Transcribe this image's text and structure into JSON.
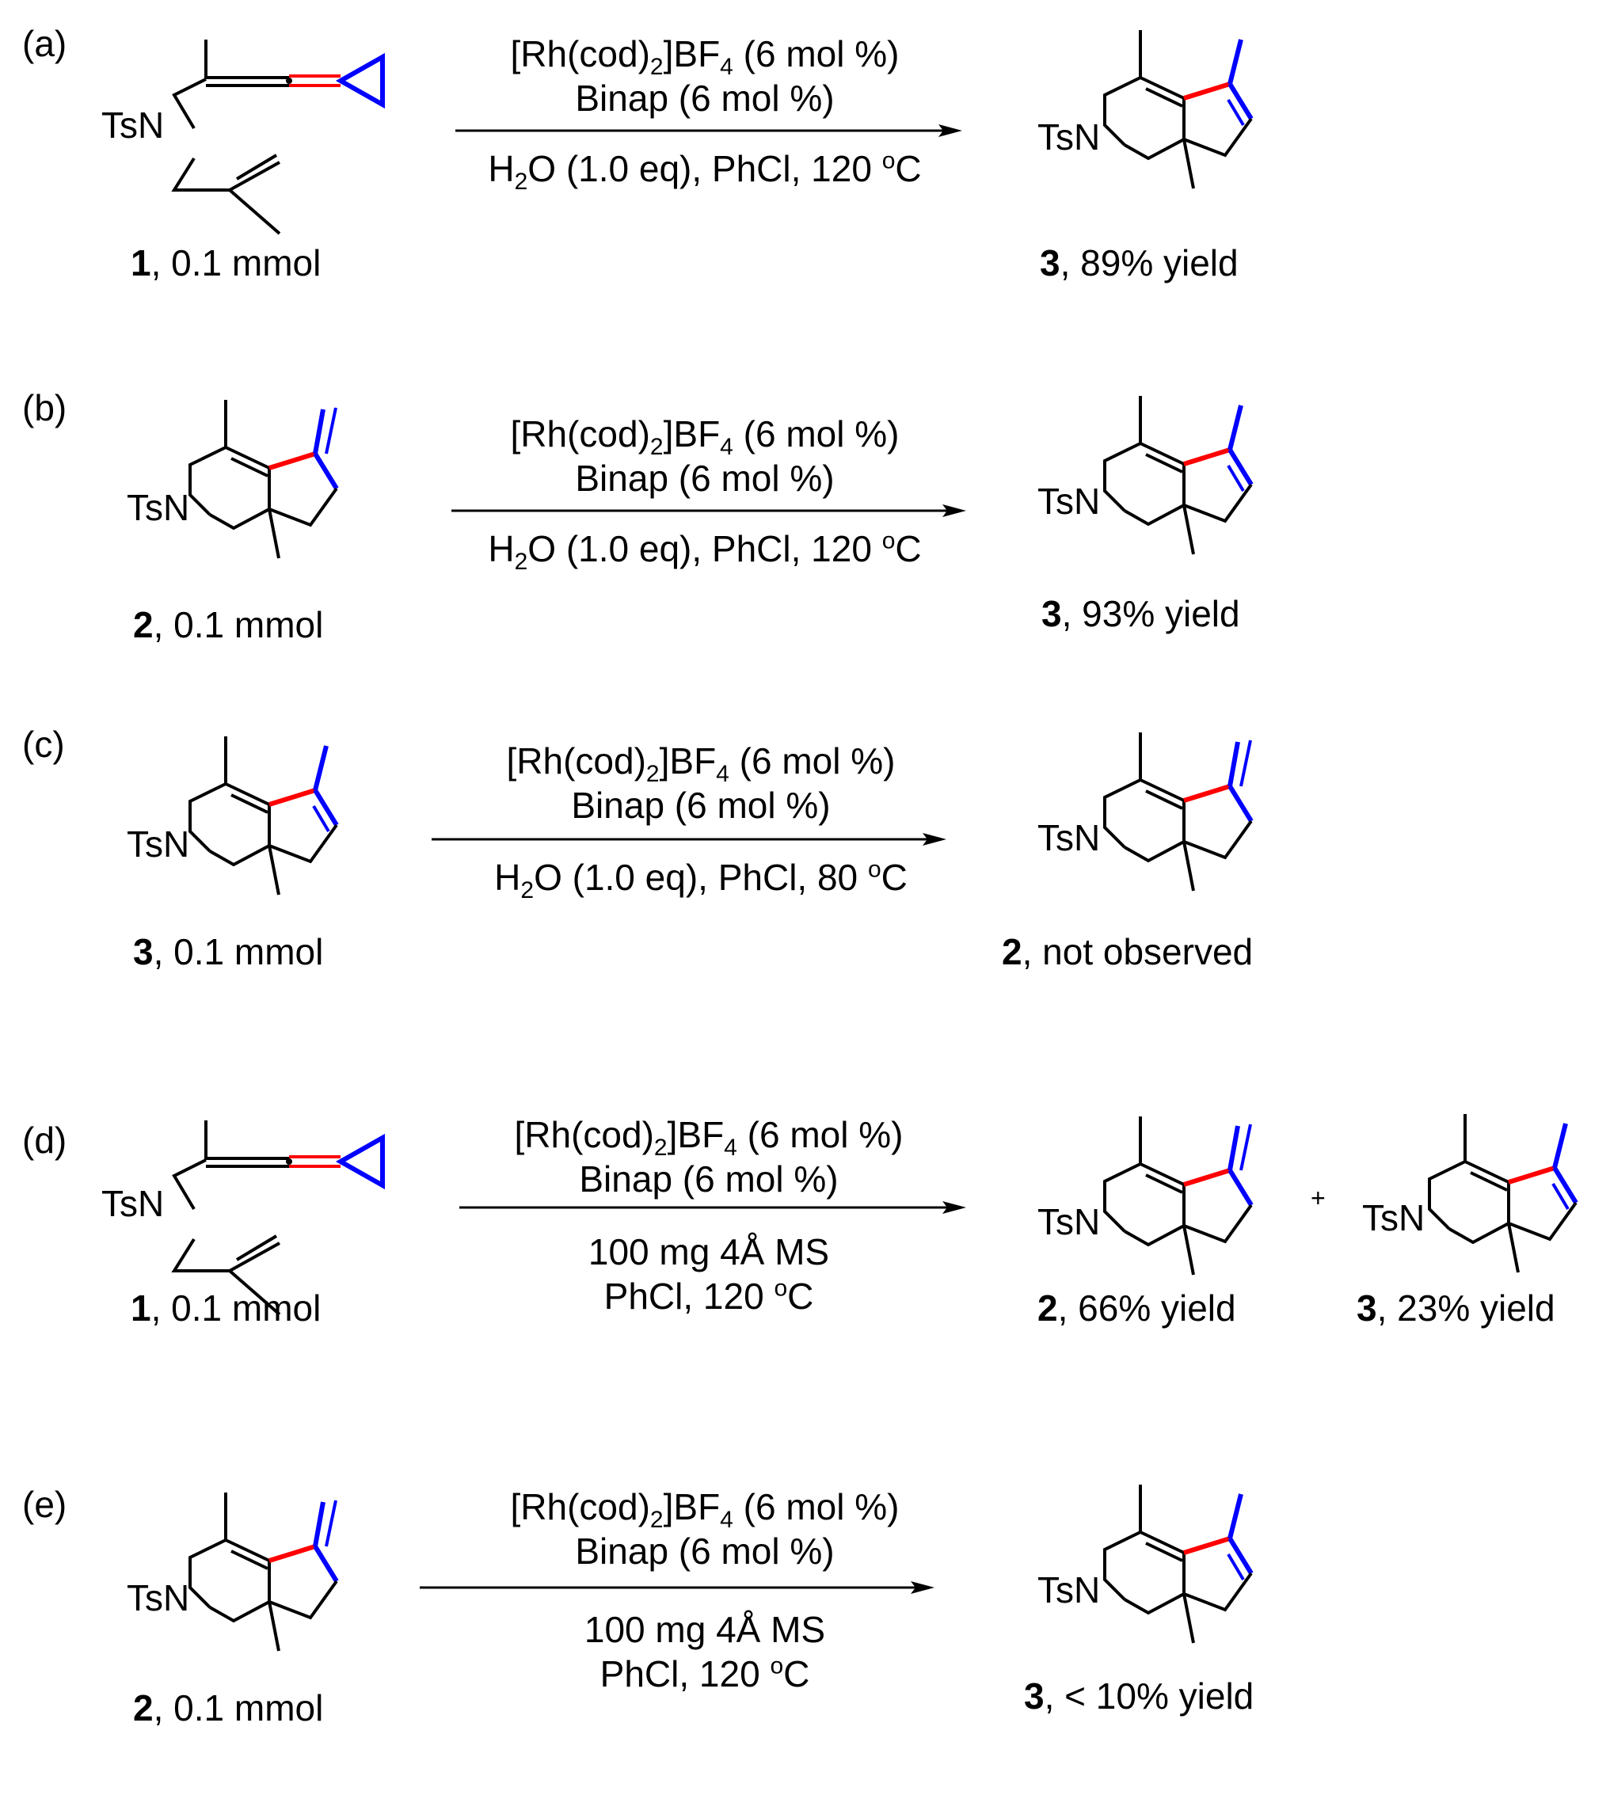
{
  "scheme_a": {
    "label": "(a)",
    "reagent_line1_pre": "[Rh(cod)",
    "reagent_line1_sub": "2",
    "reagent_line1_mid": "]BF",
    "reagent_line1_sub2": "4",
    "reagent_line1_post": " (6 mol %)",
    "reagent_line2": "Binap (6 mol %)",
    "cond_pre": "H",
    "cond_sub": "2",
    "cond_mid": "O (1.0 eq), PhCl, 120 ",
    "cond_sup": "o",
    "cond_post": "C",
    "start_num": "1",
    "start_text": ", 0.1 mmol",
    "prod_num": "3",
    "prod_text": ", 89% yield",
    "ts": "TsN"
  },
  "scheme_b": {
    "label": "(b)",
    "reagent_line1_pre": "[Rh(cod)",
    "reagent_line1_sub": "2",
    "reagent_line1_mid": "]BF",
    "reagent_line1_sub2": "4",
    "reagent_line1_post": " (6 mol %)",
    "reagent_line2": "Binap (6 mol %)",
    "cond_pre": "H",
    "cond_sub": "2",
    "cond_mid": "O (1.0 eq), PhCl, 120 ",
    "cond_sup": "o",
    "cond_post": "C",
    "start_num": "2",
    "start_text": ", 0.1 mmol",
    "prod_num": "3",
    "prod_text": ", 93% yield",
    "ts": "TsN"
  },
  "scheme_c": {
    "label": "(c)",
    "reagent_line1_pre": "[Rh(cod)",
    "reagent_line1_sub": "2",
    "reagent_line1_mid": "]BF",
    "reagent_line1_sub2": "4",
    "reagent_line1_post": " (6 mol %)",
    "reagent_line2": "Binap (6 mol %)",
    "cond_pre": "H",
    "cond_sub": "2",
    "cond_mid": "O (1.0 eq), PhCl, 80 ",
    "cond_sup": "o",
    "cond_post": "C",
    "start_num": "3",
    "start_text": ", 0.1 mmol",
    "prod_num": "2",
    "prod_text": ", not observed",
    "ts": "TsN"
  },
  "scheme_d": {
    "label": "(d)",
    "reagent_line1_pre": "[Rh(cod)",
    "reagent_line1_sub": "2",
    "reagent_line1_mid": "]BF",
    "reagent_line1_sub2": "4",
    "reagent_line1_post": " (6 mol %)",
    "reagent_line2": "Binap (6 mol %)",
    "cond_line1": "100 mg 4Å MS",
    "cond2_pre": "PhCl, 120 ",
    "cond2_sup": "o",
    "cond2_post": "C",
    "start_num": "1",
    "start_text": ", 0.1 mmol",
    "prod1_num": "2",
    "prod1_text": ", 66% yield",
    "plus": "+",
    "prod2_num": "3",
    "prod2_text": ", 23% yield",
    "ts": "TsN"
  },
  "scheme_e": {
    "label": "(e)",
    "reagent_line1_pre": "[Rh(cod)",
    "reagent_line1_sub": "2",
    "reagent_line1_mid": "]BF",
    "reagent_line1_sub2": "4",
    "reagent_line1_post": " (6 mol %)",
    "reagent_line2": "Binap (6 mol %)",
    "cond_line1": "100 mg 4Å MS",
    "cond2_pre": "PhCl, 120 ",
    "cond2_sup": "o",
    "cond2_post": "C",
    "start_num": "2",
    "start_text": ", 0.1 mmol",
    "prod_num": "3",
    "prod_text": ", < 10% yield",
    "ts": "TsN"
  },
  "colors": {
    "red_bond": "#ff0000",
    "blue_bond": "#0000ff",
    "black_bond": "#000000"
  }
}
